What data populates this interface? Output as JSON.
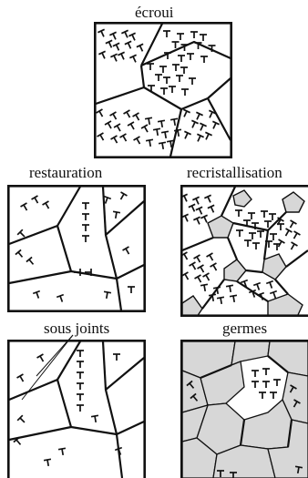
{
  "labels": {
    "ecroui": "écroui",
    "restauration": "restauration",
    "recristallisation": "recristallisation",
    "sous_joints": "sous joints",
    "germes": "germes"
  },
  "colors": {
    "line": "#111111",
    "grain_fill": "#d7d7d7",
    "background": "#ffffff"
  },
  "icons": {
    "dislocation": "inverted-T-symbol"
  }
}
